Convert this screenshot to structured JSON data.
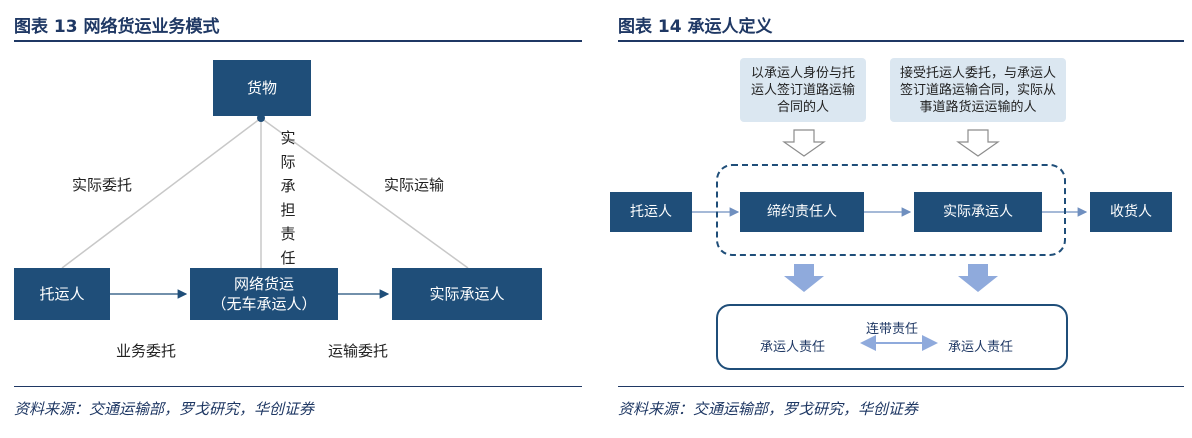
{
  "left_figure": {
    "title": "图表 13   网络货运业务模式",
    "nodes": {
      "goods": "货物",
      "shipper": "托运人",
      "platform_line1": "网络货运",
      "platform_line2": "（无车承运人）",
      "carrier": "实际承运人"
    },
    "labels": {
      "actual_entrust": "实际委托",
      "actual_transport": "实际运输",
      "actual_liability": "实际承担责任",
      "business_entrust": "业务委托",
      "transport_entrust": "运输委托"
    },
    "source": "资料来源：交通运输部，罗戈研究，华创证券"
  },
  "right_figure": {
    "title": "图表 14   承运人定义",
    "notes": {
      "contract_carrier_desc": "以承运人身份与托运人签订道路运输合同的人",
      "actual_carrier_desc": "接受托运人委托，与承运人签订道路运输合同，实际从事道路货运运输的人"
    },
    "nodes": {
      "shipper": "托运人",
      "contract_carrier": "缔约责任人",
      "actual_carrier": "实际承运人",
      "consignee": "收货人"
    },
    "responsibility": {
      "joint": "连带责任",
      "left": "承运人责任",
      "right": "承运人责任"
    },
    "source": "资料来源：交通运输部，罗戈研究，华创证券"
  },
  "colors": {
    "box_fill": "#1f4e79",
    "note_fill": "#dbe7f1",
    "title": "#1f3864",
    "arrow_light": "#8faadc"
  }
}
